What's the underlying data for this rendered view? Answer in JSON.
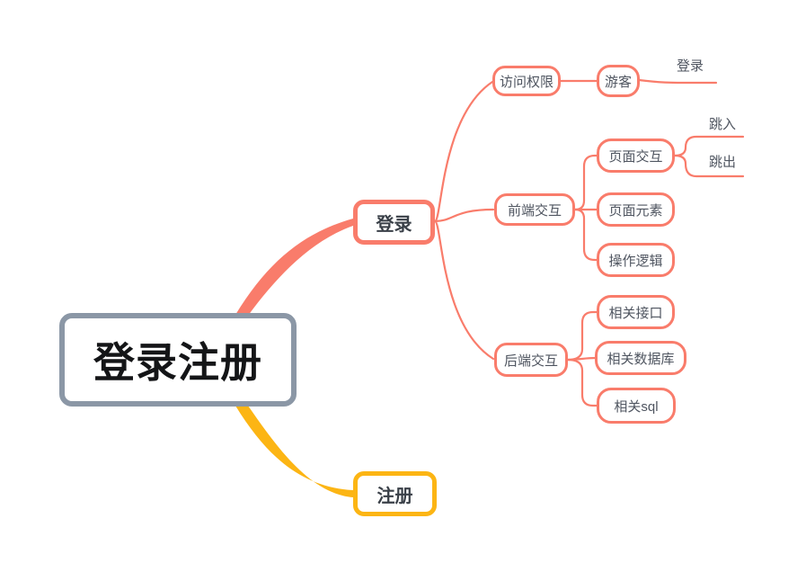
{
  "colors": {
    "salmon": "#f97c6b",
    "yellow": "#fcb514",
    "root_border": "#8b97a6"
  },
  "mindmap": {
    "root": "登录注册",
    "branches": [
      {
        "label": "登录",
        "children": [
          {
            "label": "访问权限",
            "children": [
              {
                "label": "游客",
                "children": [
                  {
                    "label": "登录"
                  }
                ]
              }
            ]
          },
          {
            "label": "前端交互",
            "children": [
              {
                "label": "页面交互",
                "children": [
                  {
                    "label": "跳入"
                  },
                  {
                    "label": "跳出"
                  }
                ]
              },
              {
                "label": "页面元素"
              },
              {
                "label": "操作逻辑"
              }
            ]
          },
          {
            "label": "后端交互",
            "children": [
              {
                "label": "相关接口"
              },
              {
                "label": "相关数据库"
              },
              {
                "label": "相关sql"
              }
            ]
          }
        ]
      },
      {
        "label": "注册"
      }
    ]
  }
}
